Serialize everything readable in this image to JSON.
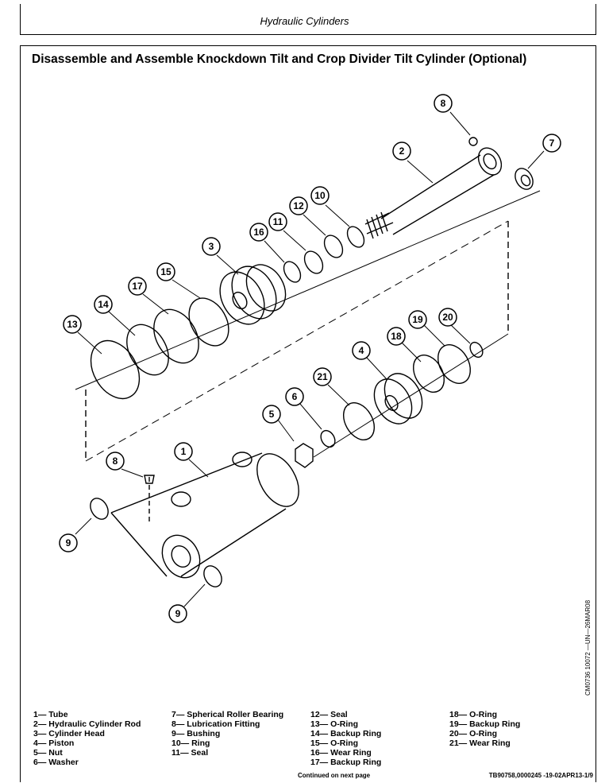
{
  "header": {
    "title": "Hydraulic Cylinders"
  },
  "section": {
    "title": "Disassemble and Assemble Knockdown Tilt and Crop Divider Tilt Cylinder (Optional)"
  },
  "figure": {
    "callouts": [
      "8",
      "7",
      "2",
      "10",
      "12",
      "11",
      "16",
      "3",
      "15",
      "17",
      "14",
      "13",
      "20",
      "19",
      "18",
      "4",
      "21",
      "6",
      "5",
      "1",
      "8",
      "9",
      "9"
    ],
    "side_code": "CM0736 10072 —UN—26MAR08"
  },
  "legend": {
    "col1": [
      "1— Tube",
      "2— Hydraulic Cylinder Rod",
      "3— Cylinder Head",
      "4— Piston",
      "5— Nut",
      "6— Washer"
    ],
    "col2": [
      "7— Spherical Roller Bearing",
      "8— Lubrication Fitting",
      "9— Bushing",
      "10— Ring",
      "11— Seal"
    ],
    "col3": [
      "12— Seal",
      "13— O-Ring",
      "14— Backup Ring",
      "15— O-Ring",
      "16— Wear Ring",
      "17— Backup Ring"
    ],
    "col4": [
      "18— O-Ring",
      "19— Backup Ring",
      "20— O-Ring",
      "21— Wear Ring"
    ]
  },
  "footer": {
    "note": "Continued on next page",
    "ref": "TB90758,0000245 -19-02APR13-1/9"
  }
}
